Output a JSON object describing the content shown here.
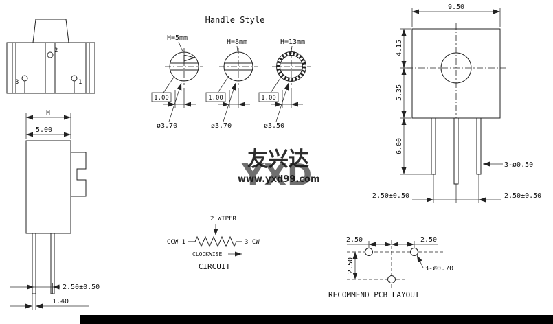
{
  "front_view": {
    "pin_top": "2",
    "pin_left": "3",
    "pin_right": "1"
  },
  "side_view": {
    "dim_height": "H",
    "dim_width": "5.00",
    "dim_pin_pitch": "2.50±0.50",
    "dim_pin_width": "1.40"
  },
  "handle_style": {
    "title": "Handle Style",
    "variants": [
      {
        "label": "H=5mm",
        "slot_offset": "1.00",
        "diameter": "ø3.70"
      },
      {
        "label": "H=8mm",
        "slot_offset": "1.00",
        "diameter": "ø3.70"
      },
      {
        "label": "H=13mm",
        "slot_offset": "1.00",
        "diameter": "ø3.50"
      }
    ]
  },
  "top_view": {
    "dim_width": "9.50",
    "dim_top_to_center": "4.15",
    "dim_center_to_bottom": "5.35",
    "dim_pin_length": "6.00",
    "pin_note": "3-ø0.50",
    "dim_pitch_left": "2.50±0.50",
    "dim_pitch_right": "2.50±0.50"
  },
  "circuit": {
    "wiper_label": "2 WIPER",
    "ccw_label": "CCW 1",
    "cw_label": "3 CW",
    "rotation_label": "CLOCKWISE",
    "caption": "CIRCUIT"
  },
  "pcb_layout": {
    "dim_left": "2.50",
    "dim_right": "2.50",
    "dim_vertical": "2.50",
    "pad_note": "3-ø0.70",
    "caption": "RECOMMEND PCB LAYOUT"
  },
  "watermark": {
    "company_cn": "友兴达",
    "company_en": "YXD",
    "website": "www.yxd99.com"
  },
  "colors": {
    "line": "#222222",
    "watermark_red": "#e23b55",
    "watermark_pink": "#f3a8bc",
    "background": "#ffffff"
  }
}
